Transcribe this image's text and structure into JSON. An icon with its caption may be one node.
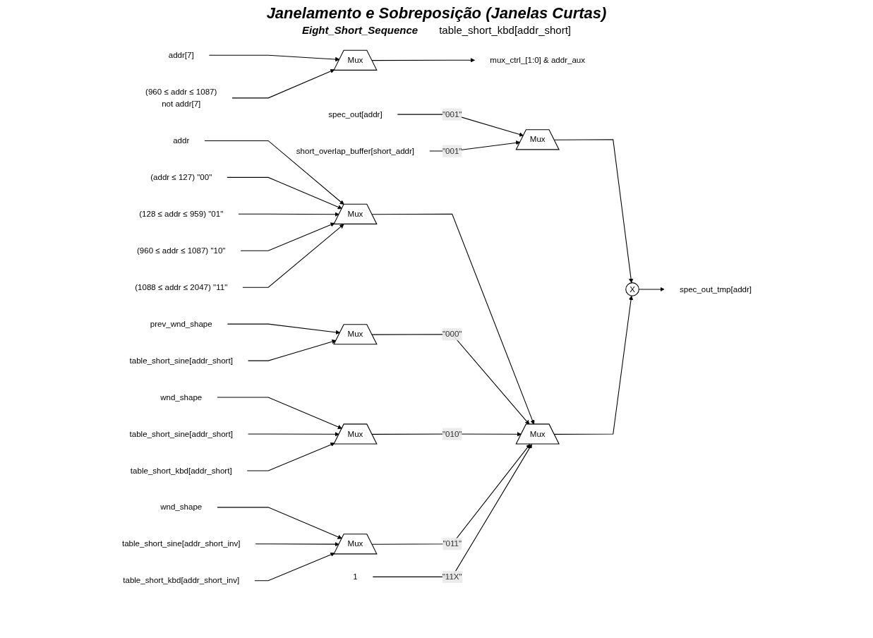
{
  "diagram": {
    "title": "Janelamento e Sobreposição (Janelas Curtas)",
    "nodes": [
      {
        "text": [
          "addr[7]"
        ]
      },
      {
        "text": [
          "(960 ≤ addr ≤ 1087)",
          "not addr[7]"
        ]
      },
      {
        "text": [
          "Mux"
        ]
      },
      {
        "text": [
          "mux_ctrl_[1:0] & addr_aux"
        ]
      },
      {
        "text": [
          "addr"
        ]
      },
      {
        "text": [
          "(addr ≤ 127) \"00\""
        ]
      },
      {
        "text": [
          "(128 ≤ addr ≤ 959) \"01\""
        ]
      },
      {
        "text": [
          "(960 ≤ addr ≤ 1087) \"10\""
        ]
      },
      {
        "text": [
          "(1088 ≤ addr ≤ 2047) \"11\""
        ]
      },
      {
        "text": [
          "Mux"
        ]
      },
      {
        "text": [
          "prev_wnd_shape"
        ]
      },
      {
        "text": [
          "table_short_sine[addr_short]"
        ]
      },
      {
        "text": [
          "Mux"
        ]
      },
      {
        "text": [
          "wnd_shape"
        ]
      },
      {
        "text": [
          "table_short_sine[addr_short]"
        ]
      },
      {
        "text": [
          "table_short_kbd[addr_short]"
        ]
      },
      {
        "text": [
          "Mux"
        ]
      },
      {
        "text": [
          "wnd_shape"
        ]
      },
      {
        "text": [
          "table_short_sine[addr_short_inv]"
        ]
      },
      {
        "text": [
          "table_short_kbd[addr_short_inv]"
        ]
      },
      {
        "text": [
          "Mux"
        ]
      },
      {
        "text": [
          "1"
        ]
      },
      {
        "text": [
          "Mux"
        ]
      },
      {
        "text": [
          "spec_out[addr]"
        ]
      },
      {
        "text": [
          "short_overlap_buffer[short_addr]"
        ]
      },
      {
        "text": [
          "Mux"
        ]
      },
      {
        "text": [
          "X"
        ]
      },
      {
        "text": [
          "spec_out_tmp[addr]"
        ]
      }
    ],
    "edges": [
      {
        "from": 0,
        "to": 2,
        "arrow": "to"
      },
      {
        "from": 1,
        "to": 2,
        "arrow": "to"
      },
      {
        "from": 2,
        "to": 3,
        "arrow": "to"
      },
      {
        "from": 4,
        "to": 9,
        "arrow": "to"
      },
      {
        "from": 5,
        "to": 9,
        "arrow": "to"
      },
      {
        "from": 6,
        "to": 9,
        "arrow": "to"
      },
      {
        "from": 7,
        "to": 9,
        "arrow": "to"
      },
      {
        "from": 8,
        "to": 9,
        "arrow": "to"
      },
      {
        "from": 9,
        "to": 22,
        "arrow": "to"
      },
      {
        "from": 10,
        "to": 12,
        "arrow": "to"
      },
      {
        "from": 11,
        "to": 12,
        "arrow": "to"
      },
      {
        "from": 12,
        "to": 22,
        "arrow": "to",
        "label": "\"000\""
      },
      {
        "from": 13,
        "to": 16,
        "arrow": "to"
      },
      {
        "from": 14,
        "to": 16,
        "arrow": "to"
      },
      {
        "from": 15,
        "to": 16,
        "arrow": "to"
      },
      {
        "from": 16,
        "to": 22,
        "arrow": "to",
        "label": "\"010\""
      },
      {
        "from": 17,
        "to": 20,
        "arrow": "to"
      },
      {
        "from": 18,
        "to": 20,
        "arrow": "to"
      },
      {
        "from": 19,
        "to": 20,
        "arrow": "to"
      },
      {
        "from": 20,
        "to": 22,
        "arrow": "to",
        "label": "\"011\""
      },
      {
        "from": 21,
        "to": 22,
        "arrow": "to",
        "label": "\"11X\""
      },
      {
        "from": 23,
        "to": 25,
        "arrow": "to",
        "label": "\"001\""
      },
      {
        "from": 24,
        "to": 25,
        "arrow": "to",
        "label": "\"001\""
      },
      {
        "from": 25,
        "to": 26,
        "arrow": "to"
      },
      {
        "from": 22,
        "to": 26,
        "arrow": "to"
      },
      {
        "from": 26,
        "to": 27,
        "arrow": "to"
      }
    ],
    "labels": [
      "Eight_Short_Sequence",
      "table_short_kbd[addr_short]"
    ]
  }
}
